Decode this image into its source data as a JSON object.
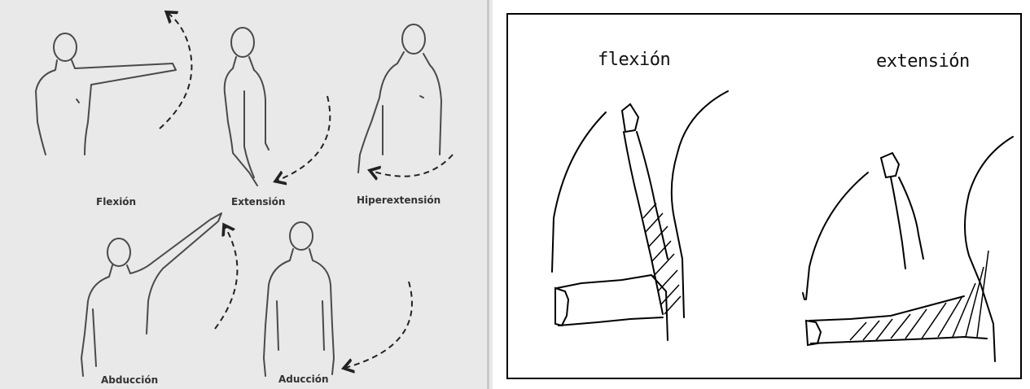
{
  "left_panel": {
    "labels": {
      "flexion": "Flexión",
      "extension": "Extensión",
      "hyperextension": "Hiperextensión",
      "abduction": "Abducción",
      "adduction": "Aducción"
    }
  },
  "right_panel": {
    "labels": {
      "flexion": "flexión",
      "extension": "extensión"
    }
  }
}
